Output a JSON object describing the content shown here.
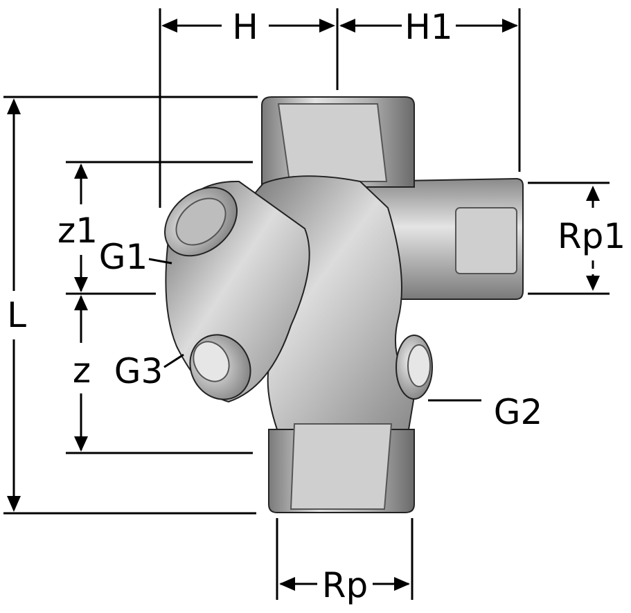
{
  "labels": {
    "H": "H",
    "H1": "H1",
    "L": "L",
    "z1": "z1",
    "z": "z",
    "G1": "G1",
    "G2": "G2",
    "G3": "G3",
    "Rp": "Rp",
    "Rp1": "Rp1"
  },
  "colors": {
    "body_light": "#d9d9d9",
    "body_mid": "#a8a8a8",
    "body_dark": "#6e6e6e",
    "line": "#000000"
  }
}
